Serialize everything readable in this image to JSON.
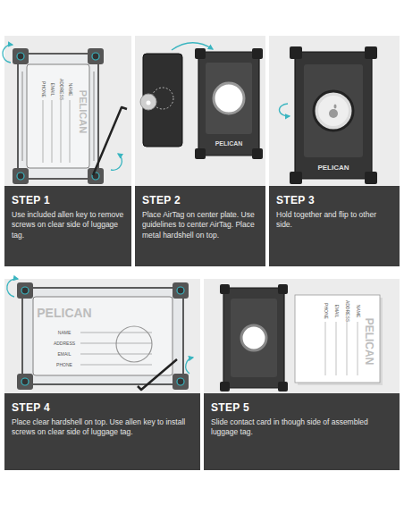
{
  "diagram": {
    "nodes": [
      {
        "text": [
          "STEP 1",
          "Use included allen key to remove screws on clear side of luggage tag."
        ]
      },
      {
        "text": [
          "STEP 2",
          "Place AirTag on center plate. Use guidelines to center AirTag. Place metal hardshell on top."
        ]
      },
      {
        "text": [
          "STEP 3",
          "Hold together and flip to other side."
        ]
      },
      {
        "text": [
          "STEP 4",
          "Place clear hardshell on top. Use allen key to install screws on clear side of luggage tag."
        ]
      },
      {
        "text": [
          "STEP 5",
          "Slide contact card in though side of assembled luggage tag."
        ]
      }
    ],
    "labels": [
      "PELICAN",
      "NAME",
      "ADDRESS",
      "EMAIL",
      "PHONE",
      "PELICAN",
      "PELICAN",
      "PELICAN",
      "NAME",
      "ADDRESS",
      "EMAIL",
      "PHONE",
      "PELICAN",
      "NAME",
      "ADDRESS",
      "EMAIL",
      "PHONE"
    ]
  }
}
